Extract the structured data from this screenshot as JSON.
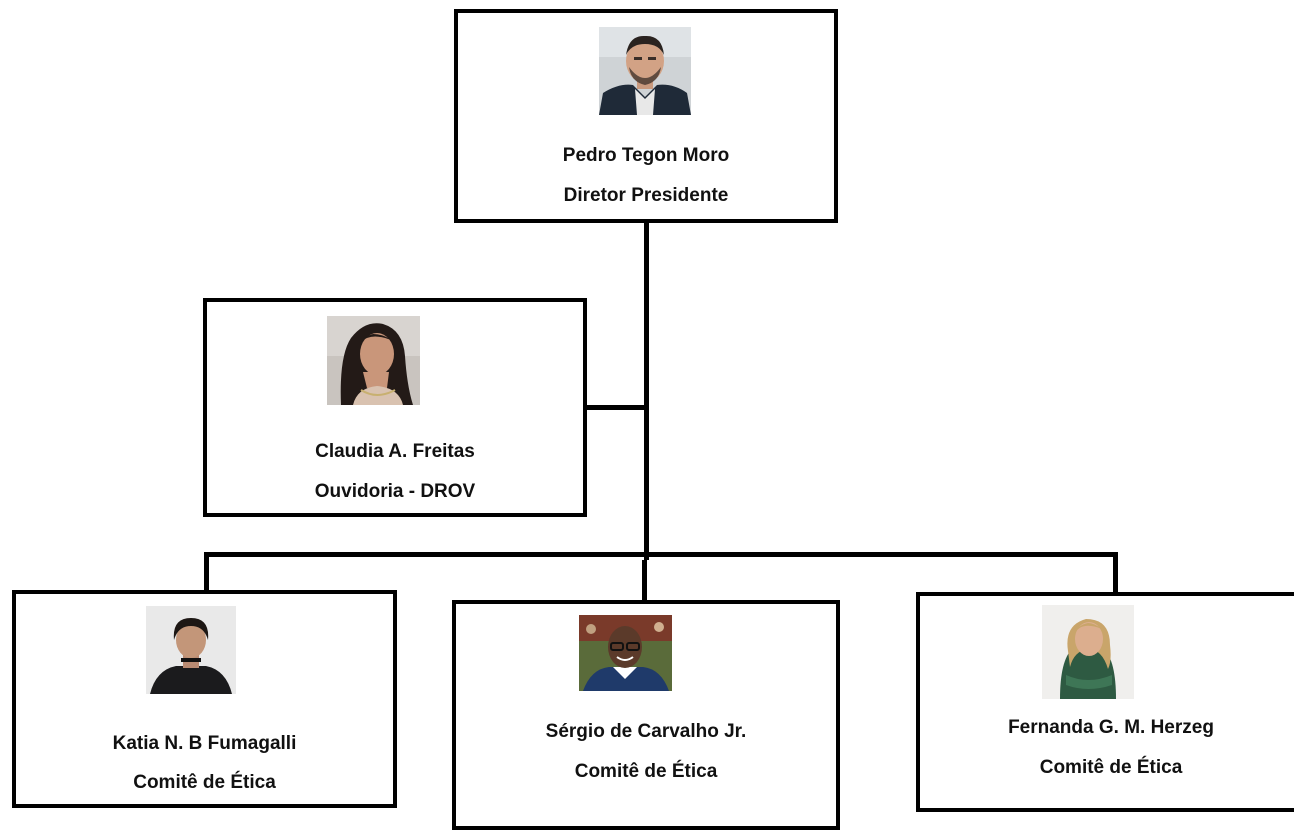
{
  "org_chart": {
    "top": {
      "name": "Pedro Tegon Moro",
      "role": "Diretor Presidente"
    },
    "side": {
      "name": "Claudia A. Freitas",
      "role": "Ouvidoria - DROV"
    },
    "committee": [
      {
        "name": "Katia N. B Fumagalli",
        "role": "Comitê de Ética"
      },
      {
        "name": "Sérgio de Carvalho Jr.",
        "role": "Comitê de Ética"
      },
      {
        "name": "Fernanda G. M. Herzeg",
        "role": "Comitê de Ética"
      }
    ]
  }
}
